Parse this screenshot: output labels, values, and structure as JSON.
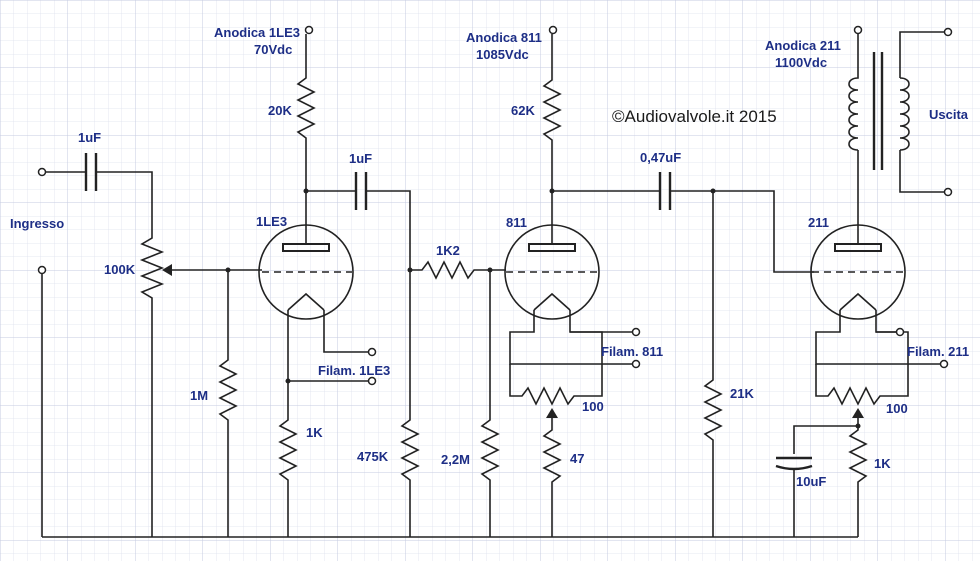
{
  "copyright": "©Audiovalvole.it 2015",
  "colors": {
    "label": "#1d2e86",
    "wire": "#222222",
    "grid": "#cfd4e6",
    "paper": "#ffffff"
  },
  "labels": {
    "input": "Ingresso",
    "output": "Uscita",
    "c_in": "1uF",
    "pot": "100K",
    "r_grid1": "1M",
    "anode1_title": "Anodica 1LE3",
    "anode1_volt": "70Vdc",
    "r_load1": "20K",
    "tube1": "1LE3",
    "fil1": "Filam. 1LE3",
    "r_cath1": "1K",
    "c_coup1": "1uF",
    "r_grid2": "475K",
    "r_series": "1K2",
    "r_grid2b": "2,2M",
    "anode2_title": "Anodica 811",
    "anode2_volt": "1085Vdc",
    "r_load2": "62K",
    "tube2": "811",
    "fil2": "Filam. 811",
    "hum2": "100",
    "r_cath2": "47",
    "c_coup2": "0,47uF",
    "r_grid3": "21K",
    "anode3_title": "Anodica 211",
    "anode3_volt": "1100Vdc",
    "tube3": "211",
    "fil3": "Filam. 211",
    "hum3": "100",
    "r_cath3": "1K",
    "c_cath3": "10uF"
  }
}
